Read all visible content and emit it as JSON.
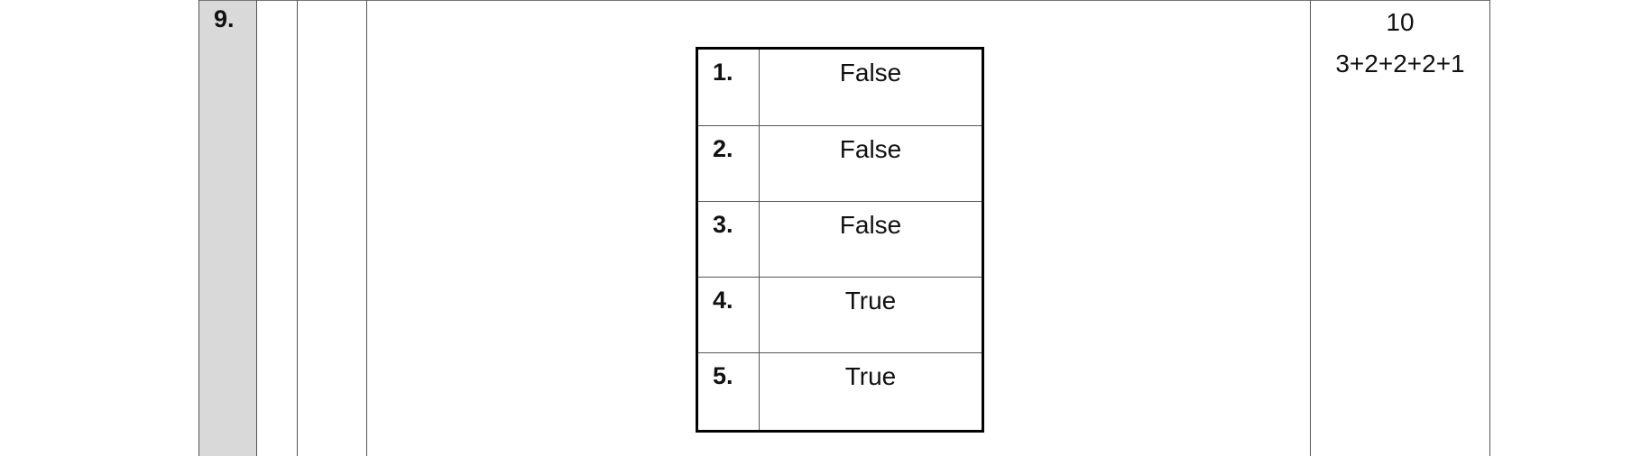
{
  "question": {
    "number": "9.",
    "marks_total": "10",
    "marks_breakdown": "3+2+2+2+1"
  },
  "answer_table": {
    "rows": [
      {
        "num": "1.",
        "value": "False"
      },
      {
        "num": "2.",
        "value": "False"
      },
      {
        "num": "3.",
        "value": "False"
      },
      {
        "num": "4.",
        "value": "True"
      },
      {
        "num": "5.",
        "value": "True"
      }
    ]
  }
}
